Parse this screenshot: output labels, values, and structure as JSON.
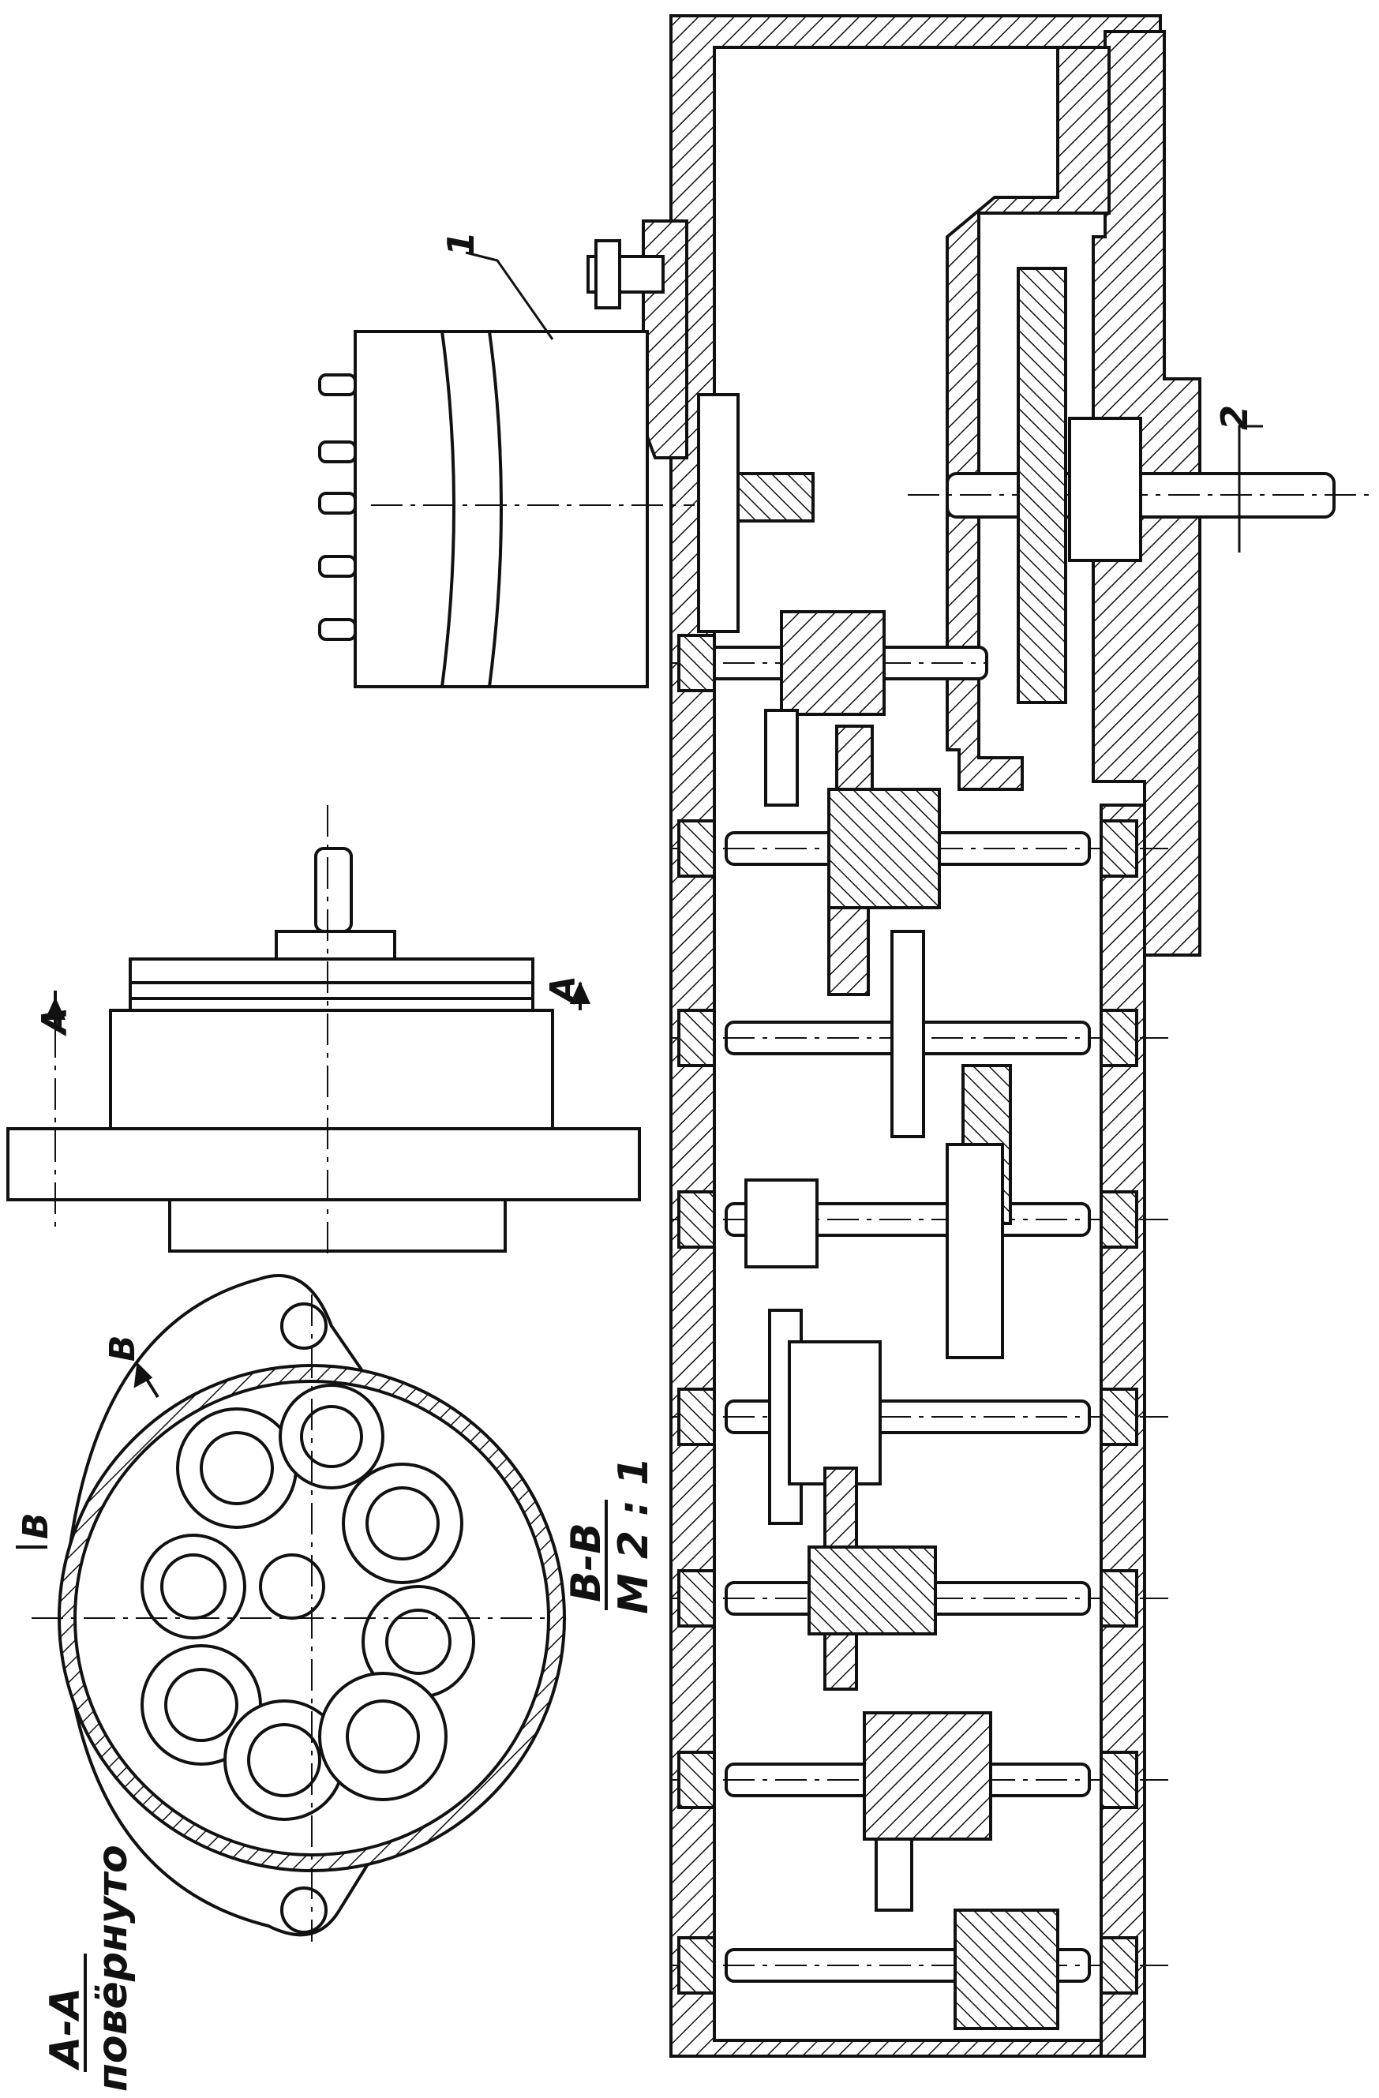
{
  "labels": {
    "part_1": "1",
    "part_2": "2",
    "section_a_left": "A",
    "section_a_right": "A",
    "section_b_marker": "B",
    "section_b_top": "B",
    "view_aa_title": "A-A",
    "view_aa_note": "повёрнуто",
    "view_bb_title": "B-B",
    "view_bb_scale": "M 2 : 1"
  },
  "colors": {
    "ink": "#111111",
    "paper": "#ffffff"
  }
}
